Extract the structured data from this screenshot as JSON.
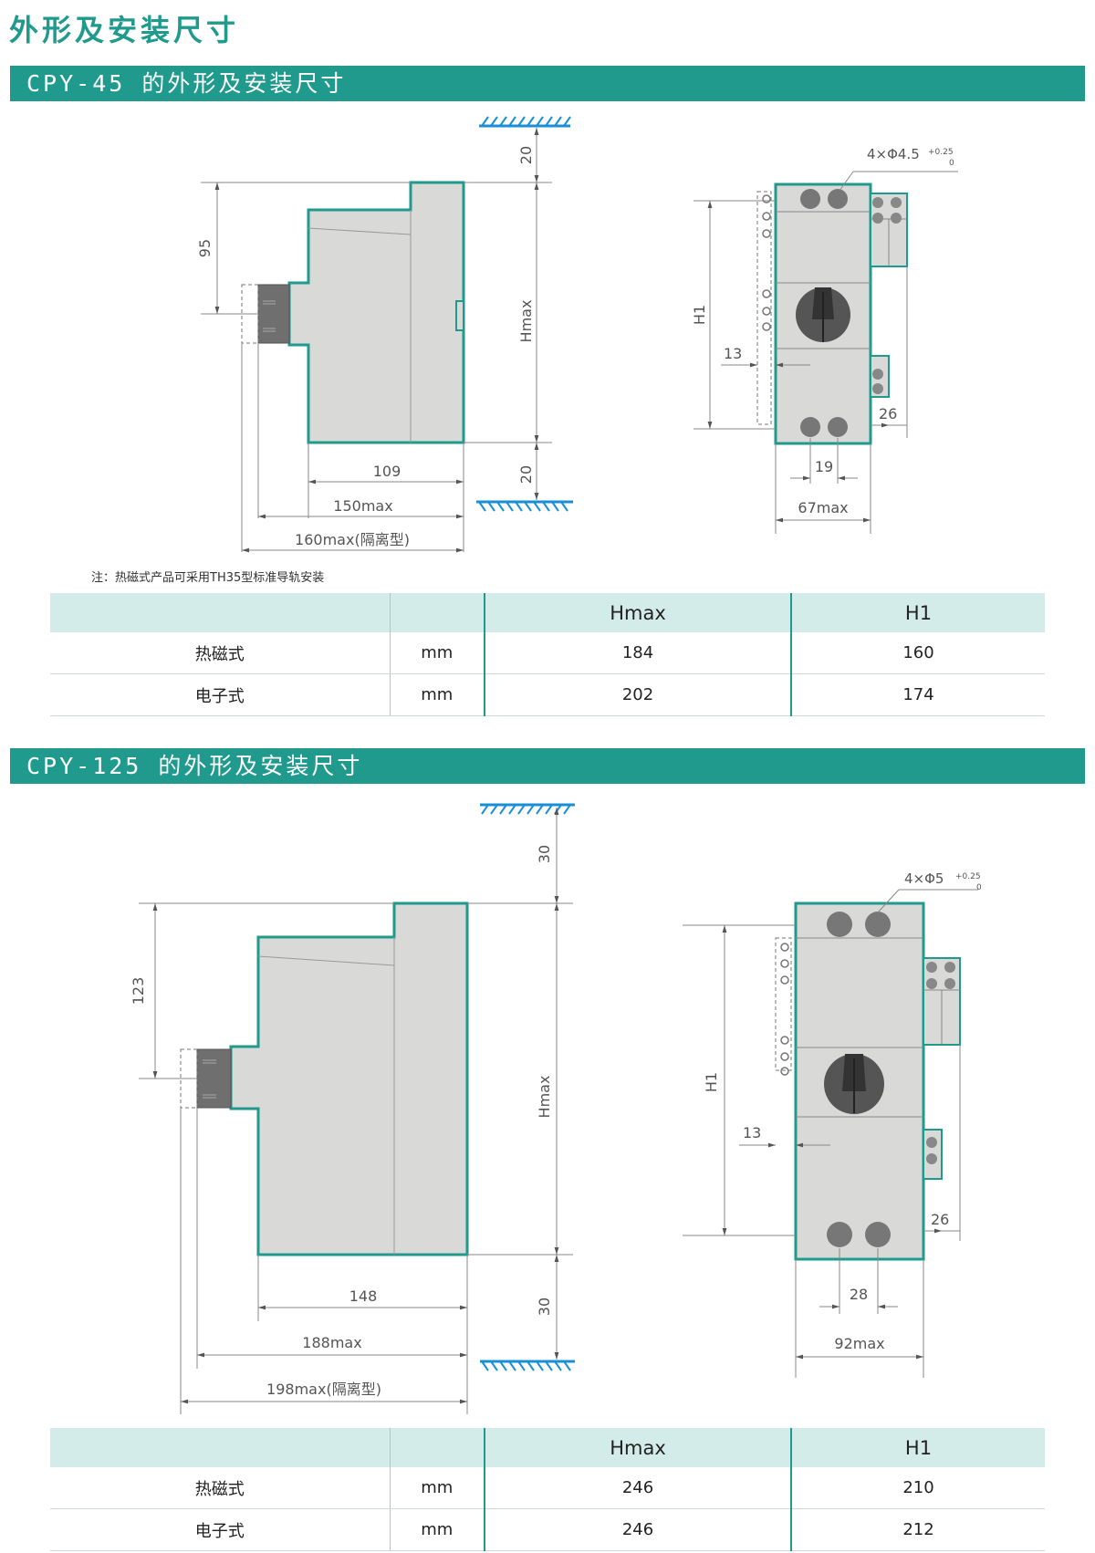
{
  "page_title": "外形及安装尺寸",
  "section1": {
    "title": "CPY-45 的外形及安装尺寸",
    "side_dims": {
      "d95": "95",
      "d20a": "20",
      "hmax": "Hmax",
      "d20b": "20",
      "d109": "109",
      "d150": "150max",
      "d160": "160max(隔离型)"
    },
    "front_dims": {
      "hole": "4×Φ4.5",
      "tol_up": "+0.25",
      "tol_dn": "0",
      "h1": "H1",
      "d13": "13",
      "d26": "26",
      "d19": "19",
      "d67": "67max"
    },
    "note": "注：热磁式产品可采用TH35型标准导轨安装",
    "table": {
      "headers": [
        "",
        "",
        "Hmax",
        "H1"
      ],
      "rows": [
        {
          "type": "热磁式",
          "unit": "mm",
          "hmax": "184",
          "h1": "160"
        },
        {
          "type": "电子式",
          "unit": "mm",
          "hmax": "202",
          "h1": "174"
        }
      ]
    }
  },
  "section2": {
    "title": "CPY-125 的外形及安装尺寸",
    "side_dims": {
      "d123": "123",
      "d30a": "30",
      "hmax": "Hmax",
      "d30b": "30",
      "d148": "148",
      "d188": "188max",
      "d198": "198max(隔离型)"
    },
    "front_dims": {
      "hole": "4×Φ5",
      "tol_up": "+0.25",
      "tol_dn": "0",
      "h1": "H1",
      "d13": "13",
      "d26": "26",
      "d28": "28",
      "d92": "92max"
    },
    "table": {
      "headers": [
        "",
        "",
        "Hmax",
        "H1"
      ],
      "rows": [
        {
          "type": "热磁式",
          "unit": "mm",
          "hmax": "246",
          "h1": "210"
        },
        {
          "type": "电子式",
          "unit": "mm",
          "hmax": "246",
          "h1": "212"
        }
      ]
    }
  },
  "colors": {
    "accent": "#1f9a8c",
    "body_fill": "#d9dad8",
    "knob": "#444444",
    "ground": "#1a8fd6"
  }
}
